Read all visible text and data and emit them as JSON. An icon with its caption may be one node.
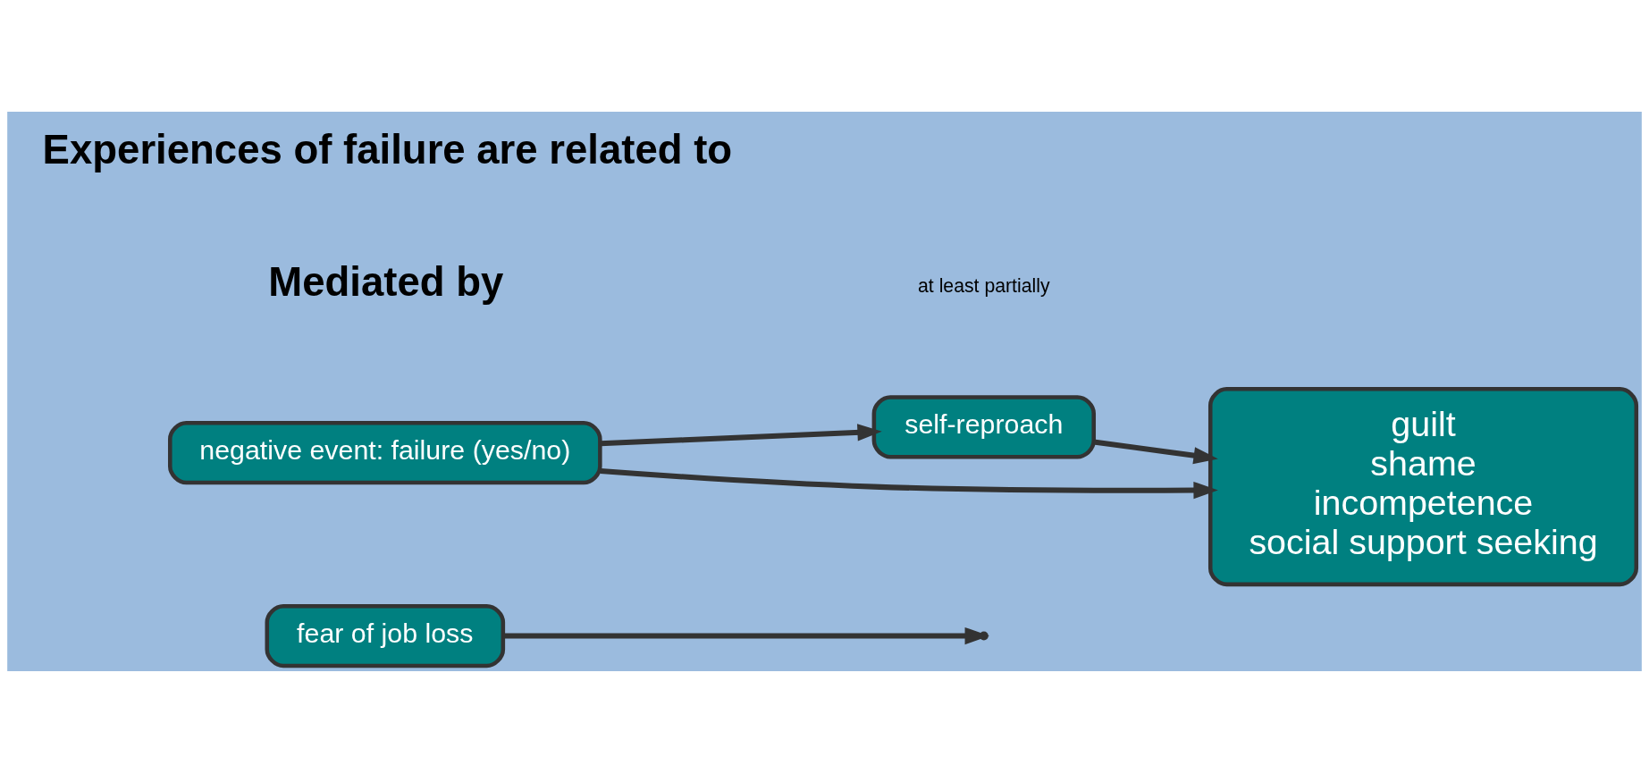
{
  "diagram": {
    "nodes": [
      {
        "text": [
          "fear of job loss"
        ]
      },
      {
        "text": [
          "self-reproach"
        ]
      },
      {
        "text": [
          "negative event: failure (yes/no)"
        ]
      },
      {
        "text": [
          "guilt",
          "shame",
          "incompetence",
          "social support seeking"
        ]
      }
    ],
    "edges": [
      {
        "from": 0,
        "to": null,
        "arrow": "to"
      },
      {
        "from": 2,
        "to": 1,
        "arrow": "to"
      },
      {
        "from": 1,
        "to": 3,
        "arrow": "to"
      },
      {
        "from": 2,
        "to": 3,
        "arrow": "to"
      }
    ],
    "labels": [
      "Mediated by",
      "at least partially",
      "Experiences of failure are related to"
    ]
  }
}
